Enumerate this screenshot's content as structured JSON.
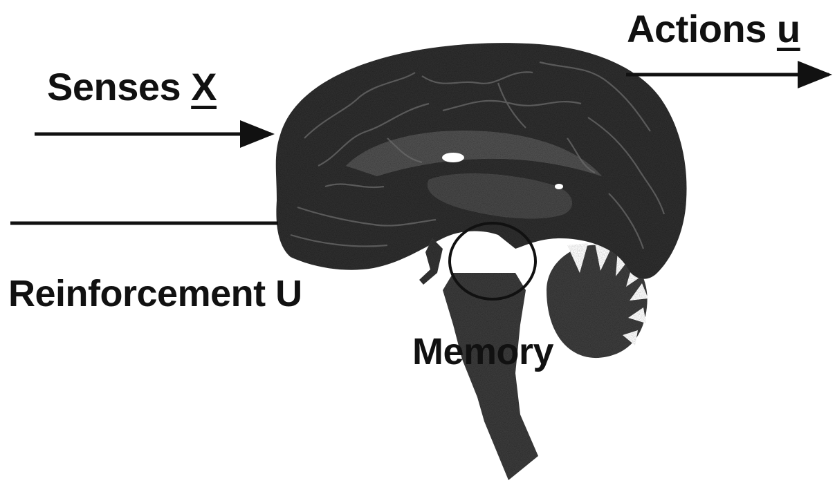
{
  "diagram": {
    "senses": {
      "text": "Senses",
      "symbol": "X"
    },
    "actions": {
      "text": "Actions",
      "symbol": "u"
    },
    "reinforcement": {
      "text": "Reinforcement",
      "symbol": "U"
    },
    "memory": {
      "text": "Memory"
    }
  },
  "colors": {
    "background": "#ffffff",
    "ink": "#111111",
    "brain_dark": "#2b2b2b",
    "brain_mid": "#4a4a4a",
    "highlight": "#ffffff"
  },
  "icons": {
    "brain": "brain-cross-section-icon"
  }
}
